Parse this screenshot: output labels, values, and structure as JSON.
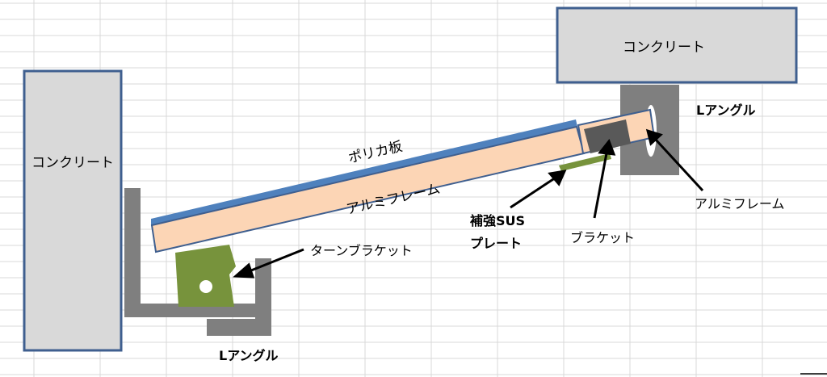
{
  "colors": {
    "concrete_fill": "#d9d9d9",
    "concrete_stroke": "#3f5f8f",
    "angle_gray": "#7f7f7f",
    "alu_frame": "#fcd5b5",
    "polycarbonate": "#4f81bd",
    "sus_plate": "#77933c",
    "turn_bracket": "#77933c",
    "bracket_dark": "#595959",
    "grid_line": "#d9d9d9",
    "arrow": "#000000"
  },
  "labels": {
    "concrete_left": "コンクリート",
    "concrete_right": "コンクリート",
    "polycarbonate_plate": "ポリカ板",
    "alu_frame_main": "アルミフレーム",
    "turn_bracket": "ターンブラケット",
    "l_angle_bottom": "Lアングル",
    "sus_plate_line1": "補強SUS",
    "sus_plate_line2": "プレート",
    "bracket": "ブラケット",
    "l_angle_right": "Lアングル",
    "alu_frame_right": "アルミフレーム"
  },
  "icons": {
    "arrow": "arrow-icon"
  }
}
